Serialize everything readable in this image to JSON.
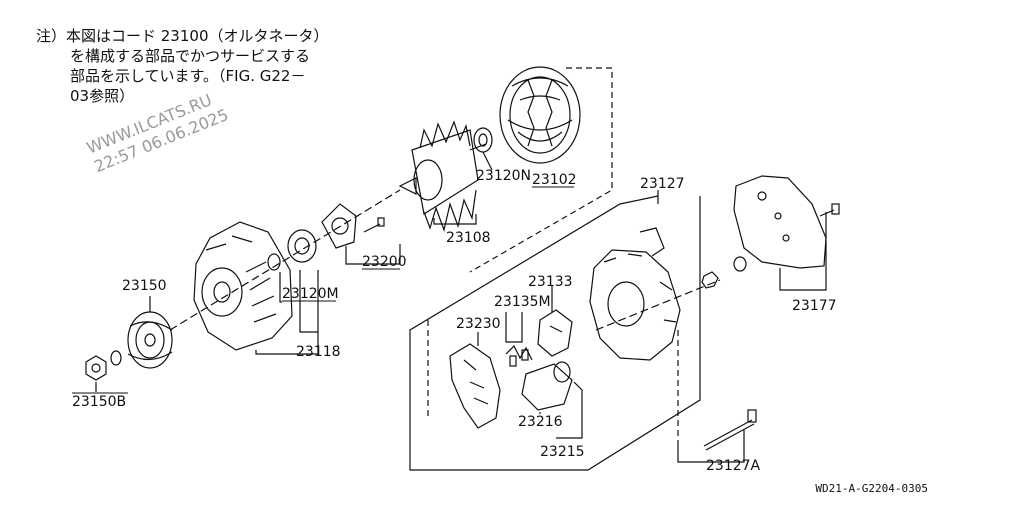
{
  "note": {
    "line1": "注）本図はコード 23100（オルタネータ）",
    "line2": "を構成する部品でかつサービスする",
    "line3": "部品を示しています。（FIG. G22－",
    "line4": "03参照）"
  },
  "watermark": {
    "site": "WWW.ILCATS.RU",
    "timestamp": "22:57 06.06.2025"
  },
  "diagram_code": "WD21-A-G2204-0305",
  "parts": {
    "p23102": "23102",
    "p23120N": "23120N",
    "p23108": "23108",
    "p23200": "23200",
    "p23120M": "23120M",
    "p23118": "23118",
    "p23150": "23150",
    "p23150B": "23150B",
    "p23127": "23127",
    "p23177": "23177",
    "p23133": "23133",
    "p23135M": "23135M",
    "p23230": "23230",
    "p23216": "23216",
    "p23215": "23215",
    "p23127A": "23127A"
  },
  "colors": {
    "line": "#111111",
    "watermark": "#9a9a9a"
  }
}
